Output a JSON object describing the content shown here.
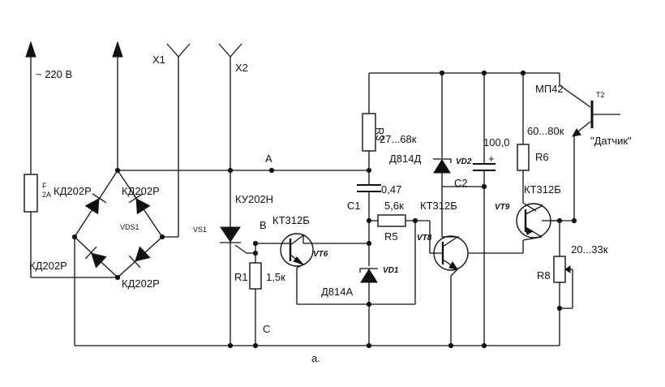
{
  "labels": {
    "mains": "~ 220 В",
    "x1": "X1",
    "x2": "X2",
    "fuse_f": "F",
    "fuse_rating": "2A",
    "bridge_diode_1": "КД202Р",
    "bridge_diode_2": "КД202Р",
    "bridge_diode_3": "КД202Р",
    "bridge_diode_4": "КД202Р",
    "bridge_ref": "VDS1",
    "node_a": "A",
    "node_b": "B",
    "node_c": "C",
    "thyristor_type": "КУ202Н",
    "thyristor_ref": "VS1",
    "r1_ref": "R1",
    "r1_value": "1,5к",
    "vt6_type": "КТ312Б",
    "vt6_ref": "VT6",
    "r3_ref": "R3",
    "r3_value": "27...68к",
    "vd2_type": "Д814Д",
    "vd2_ref": "VD2",
    "c1_ref": "C1",
    "c1_value": "0,47",
    "r5_ref": "R5",
    "r5_value": "5,6к",
    "vt8_type": "КТ312Б",
    "vt8_ref": "VT8",
    "vd1_ref": "VD1",
    "vd1_type": "Д814А",
    "c2_ref": "C2",
    "c2_value": "100,0",
    "c2_polarity": "+",
    "r6_ref": "R6",
    "r6_value": "60...80к",
    "vt9_type": "КТ312Б",
    "vt9_ref": "VT9",
    "r8_ref": "R8",
    "r8_value": "20...33к",
    "t2_type": "МП42",
    "t2_ref": "T2",
    "sensor": "\"Датчик\"",
    "caption": "а."
  }
}
